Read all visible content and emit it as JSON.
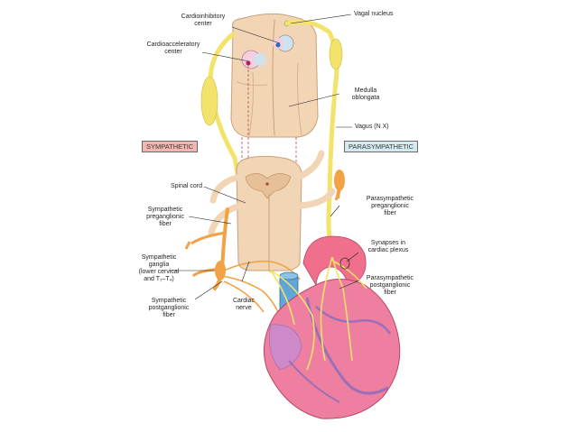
{
  "labels": {
    "cardioinhibitory": "Cardioinhibitory\ncenter",
    "vagal_nucleus": "Vagal nucleus",
    "cardioacceleratory": "Cardioacceleratory\ncenter",
    "medulla": "Medulla\noblongata",
    "vagus": "Vagus (N X)",
    "sympathetic": "SYMPATHETIC",
    "parasympathetic": "PARASYMPATHETIC",
    "spinal_cord": "Spinal cord",
    "sym_pre": "Sympathetic\npreganglionic\nfiber",
    "para_pre": "Parasympathetic\npreganglionic\nfiber",
    "synapses": "Synapses in\ncardiac plexus",
    "sym_ganglia": "Sympathetic\nganglia\n(lower cervical\nand T₁–T₄)",
    "para_post": "Parasympathetic\npostganglionic\nfiber",
    "sym_post": "Sympathetic\npostganglionic\nfiber",
    "cardiac_nerve": "Cardiac\nnerve"
  },
  "colors": {
    "sympathetic_box": "#f4b6b0",
    "parasympathetic_box": "#d3eaf1",
    "nerve_yellow": "#f3e36a",
    "nerve_orange": "#f2a245",
    "tissue": "#f1d5b5",
    "heart": "#ee7fa0",
    "aorta": "#f06f8c",
    "vein_blue": "#5fa7d9",
    "purple_vessel": "#9a6fb8"
  }
}
